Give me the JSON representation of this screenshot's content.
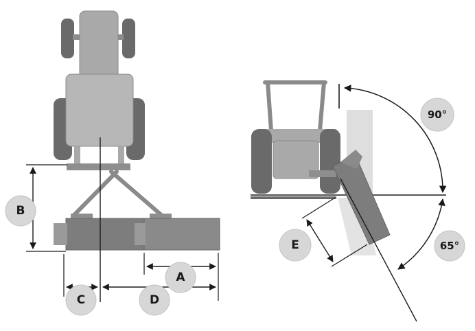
{
  "labels": {
    "A": "A",
    "B": "B",
    "C": "C",
    "D": "D",
    "E": "E"
  },
  "angles": {
    "upper": "90°",
    "lower": "65°"
  },
  "colors": {
    "body": "#a9a9a9",
    "body_dark": "#8e8e8e",
    "mower": "#7d7d7d",
    "tire": "#6a6a6a",
    "line": "#1a1a1a",
    "badge_fill": "#d7d7d7",
    "badge_stroke": "#c4c4c4",
    "shadow": "#dedede"
  }
}
